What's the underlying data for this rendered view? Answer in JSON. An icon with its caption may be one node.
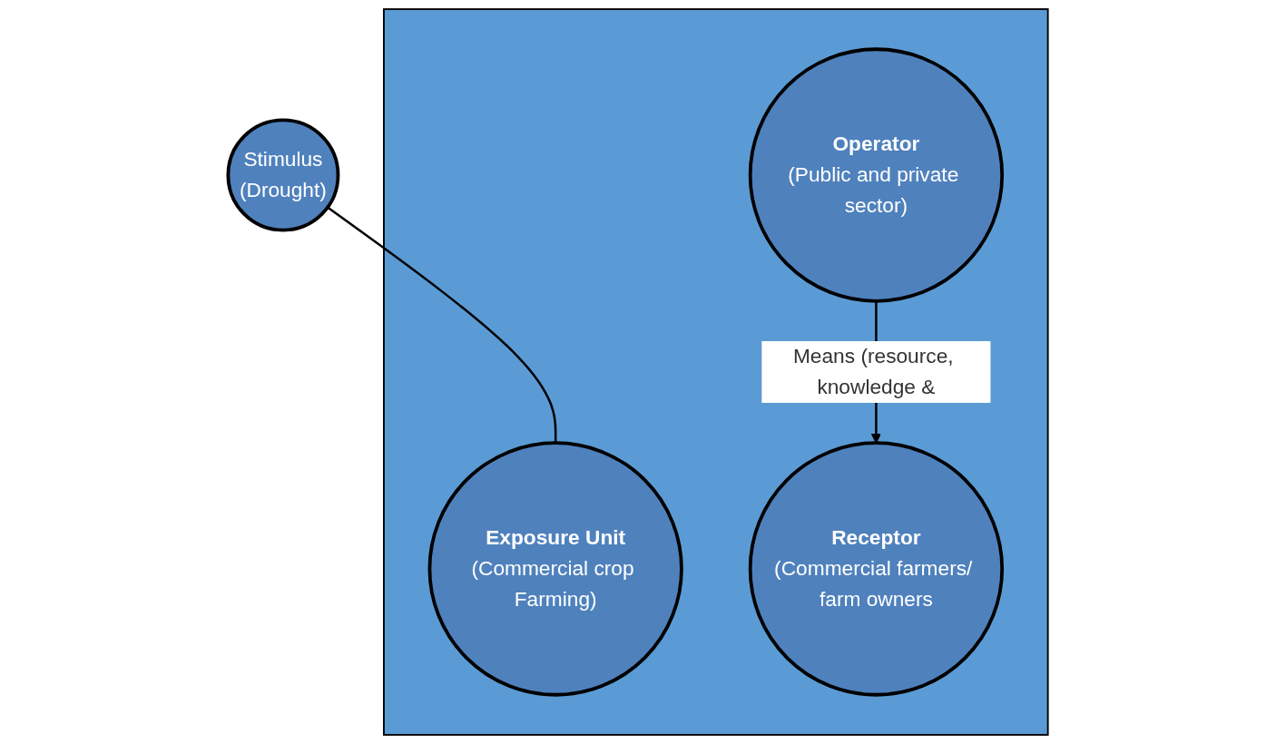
{
  "diagram": {
    "nodes": [
      {
        "text": [
          "Stimulus",
          "(Drought)"
        ]
      },
      {
        "text": [],
        "shape": "box"
      },
      {
        "text": [
          "Exposure Unit",
          "(Commercial crop Farming)"
        ],
        "in": 1
      },
      {
        "text": [
          "Receptor",
          "(Commercial farmers/ farm owners"
        ],
        "in": 1
      },
      {
        "text": [
          "Operator",
          "(Public and private sector)"
        ],
        "in": 1
      }
    ],
    "edges": [
      {
        "from": 0,
        "to": 2,
        "arrow": "none"
      },
      {
        "from": 4,
        "to": 3,
        "arrow": "to",
        "label": "Means (resource, knowledge &"
      }
    ]
  }
}
